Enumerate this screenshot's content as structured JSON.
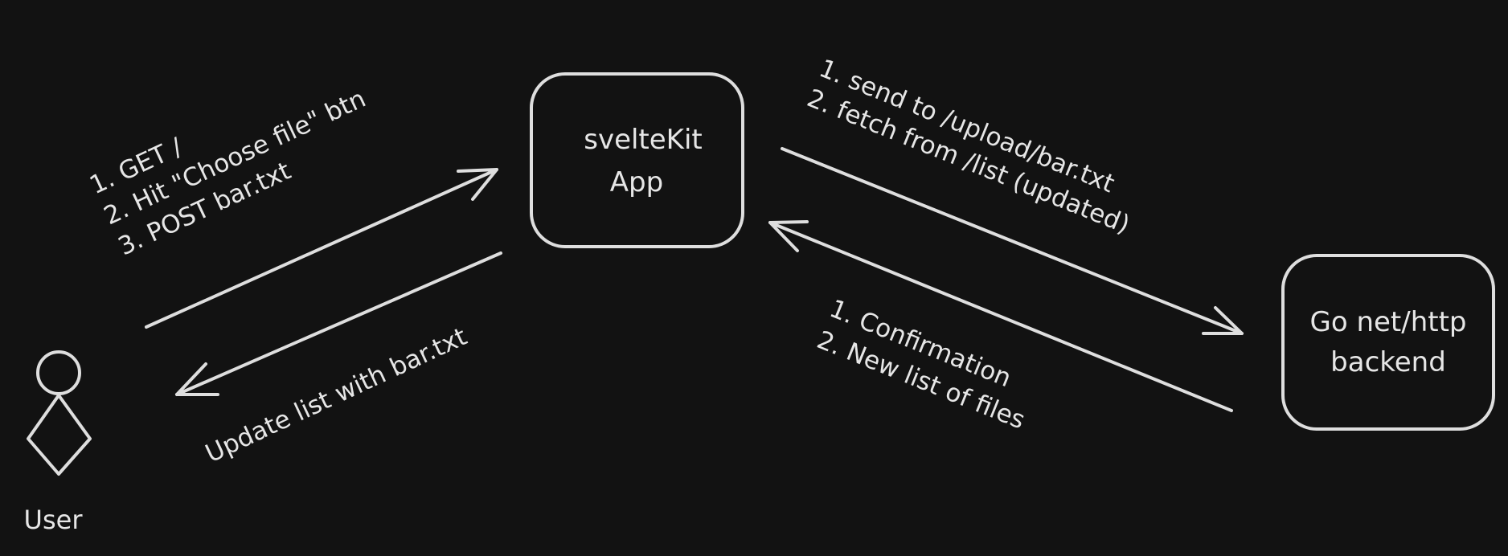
{
  "nodes": {
    "user": {
      "label": "User"
    },
    "sveltekit": {
      "line1": "svelteKit",
      "line2": "App"
    },
    "backend": {
      "line1": "Go net/http",
      "line2": "backend"
    }
  },
  "edges": {
    "user_to_app": {
      "lines": [
        "1. GET /",
        "2. Hit \"Choose file\" btn",
        "3. POST bar.txt"
      ]
    },
    "app_to_user": {
      "lines": [
        "Update list with bar.txt"
      ]
    },
    "app_to_backend": {
      "lines": [
        "1. send to /upload/bar.txt",
        "2. fetch from /list (updated)"
      ]
    },
    "backend_to_app": {
      "lines": [
        "1. Confirmation",
        "2. New list of files"
      ]
    }
  }
}
